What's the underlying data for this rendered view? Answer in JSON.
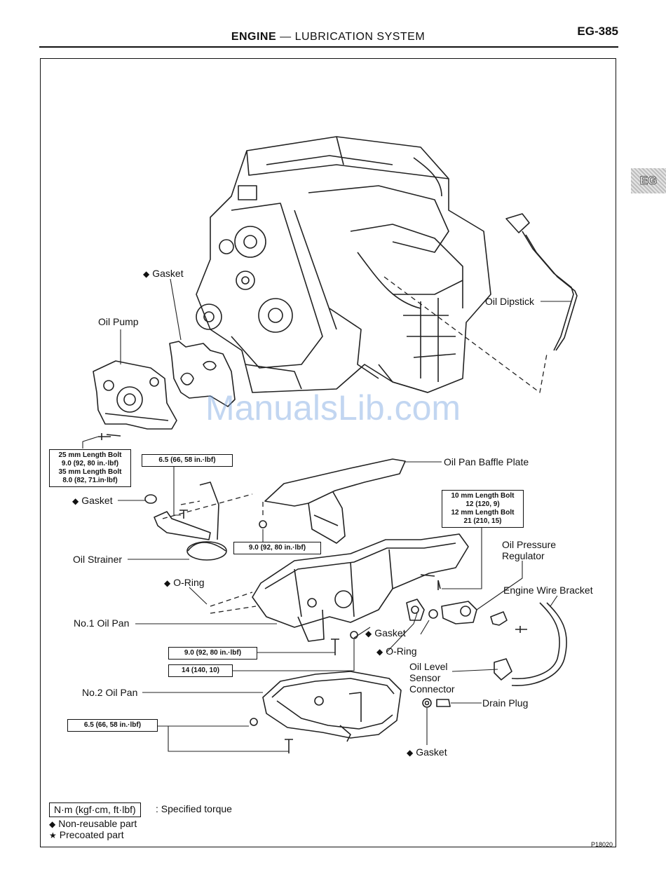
{
  "header": {
    "section": "ENGINE",
    "dash": "—",
    "subsection": "LUBRICATION SYSTEM",
    "page_number": "EG-385",
    "tab": "EG"
  },
  "watermark": "ManualsLib.com",
  "labels": {
    "gasket_top": "Gasket",
    "oil_pump": "Oil Pump",
    "oil_dipstick": "Oil Dipstick",
    "oil_pan_baffle_plate": "Oil Pan Baffle Plate",
    "gasket_strainer": "Gasket",
    "oil_strainer": "Oil Strainer",
    "o_ring_left": "O-Ring",
    "no1_oil_pan": "No.1 Oil Pan",
    "oil_pressure_regulator": "Oil Pressure\nRegulator",
    "engine_wire_bracket": "Engine Wire Bracket",
    "gasket_regulator": "Gasket",
    "o_ring_right": "O-Ring",
    "oil_level_sensor_connector": "Oil Level\nSensor\nConnector",
    "drain_plug": "Drain Plug",
    "no2_oil_pan": "No.2 Oil Pan",
    "gasket_drain": "Gasket"
  },
  "marks": {
    "non_reusable": "◆",
    "precoated": "★"
  },
  "torques": {
    "oil_pump_bolts": "25 mm Length Bolt\n9.0 (92, 80 in.·lbf)\n35 mm Length Bolt\n8.0 (82, 71.in·lbf)",
    "strainer": "6.5 (66, 58 in.·lbf)",
    "baffle": "9.0 (92, 80 in.·lbf)",
    "pan1_rear": "10 mm Length Bolt\n12 (120, 9)\n12 mm Length Bolt\n21 (210, 15)",
    "pan1_bolt": "9.0 (92, 80 in.·lbf)",
    "pan1_nut": "14 (140, 10)",
    "pan2": "6.5 (66, 58 in.·lbf)"
  },
  "legend": {
    "unit": "N·m (kgf·cm, ft·lbf)",
    "unit_desc": ":  Specified torque",
    "non_reusable": "Non-reusable part",
    "precoated": "Precoated part"
  },
  "figure_code": "P18020"
}
